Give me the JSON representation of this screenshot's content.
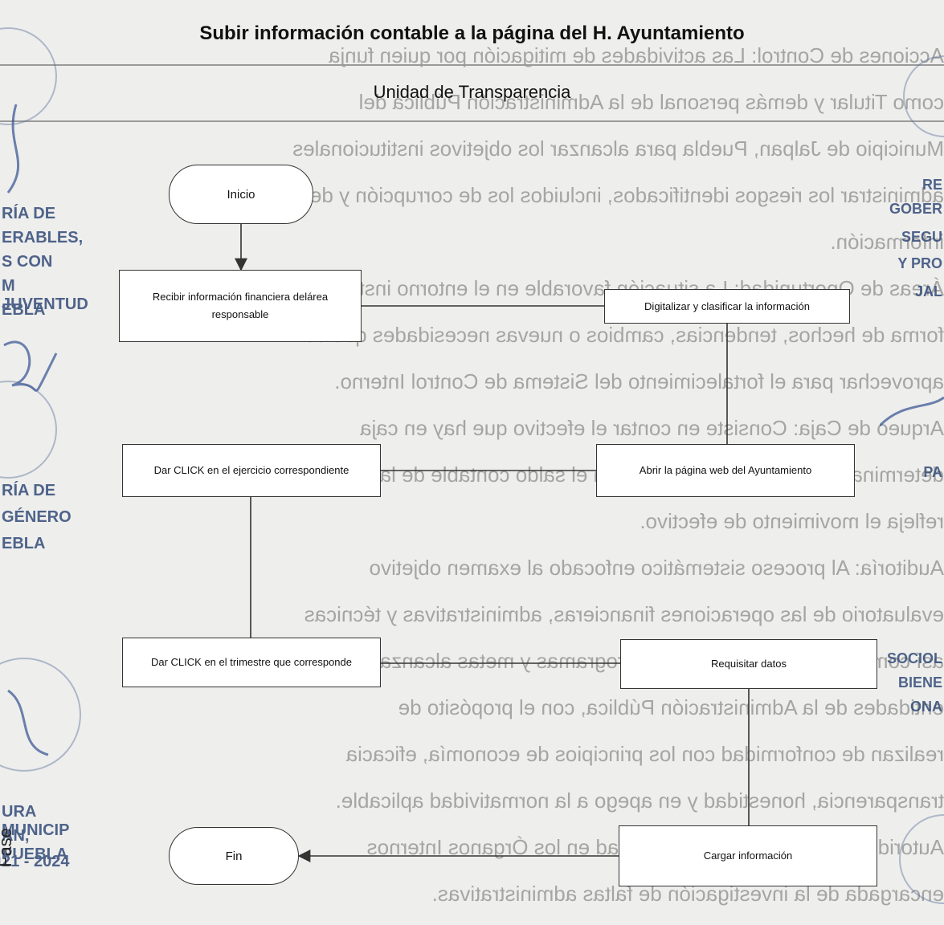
{
  "header": {
    "title": "Subir información contable a la página del H. Ayuntamiento",
    "subtitle": "Unidad de Transparencia"
  },
  "flowchart": {
    "start": "Inicio",
    "end": "Fin",
    "steps": [
      {
        "text": "Recibir información financiera delárea responsable"
      },
      {
        "text": "Digitalizar y clasificar la información"
      },
      {
        "text": "Abrir la página web del Ayuntamiento"
      },
      {
        "text": "Dar CLICK en el ejercicio correspondiente"
      },
      {
        "text": "Dar CLICK en el trimestre que corresponde"
      },
      {
        "text": "Requisitar datos"
      },
      {
        "text": "Cargar información"
      }
    ]
  },
  "margin": {
    "left_fragments": [
      "RÍA DE",
      "ERABLES,",
      "S CON",
      "M JUVENTUD",
      "EBLA",
      "RÍA DE",
      "GÉNERO",
      "EBLA",
      "URA MUNICIP",
      "AN, PUEBLA",
      "21 - 2024"
    ],
    "right_fragments": [
      "RE",
      "GOBER",
      "SEGU",
      "Y PRO",
      "JAL",
      "PA",
      "SOCIOL",
      "BIENE",
      "ONA"
    ],
    "phase_label": "Fase"
  },
  "colors": {
    "ink": "#1e1e1e",
    "paper": "#eeeeec",
    "seal_blue": "#334b7a"
  }
}
